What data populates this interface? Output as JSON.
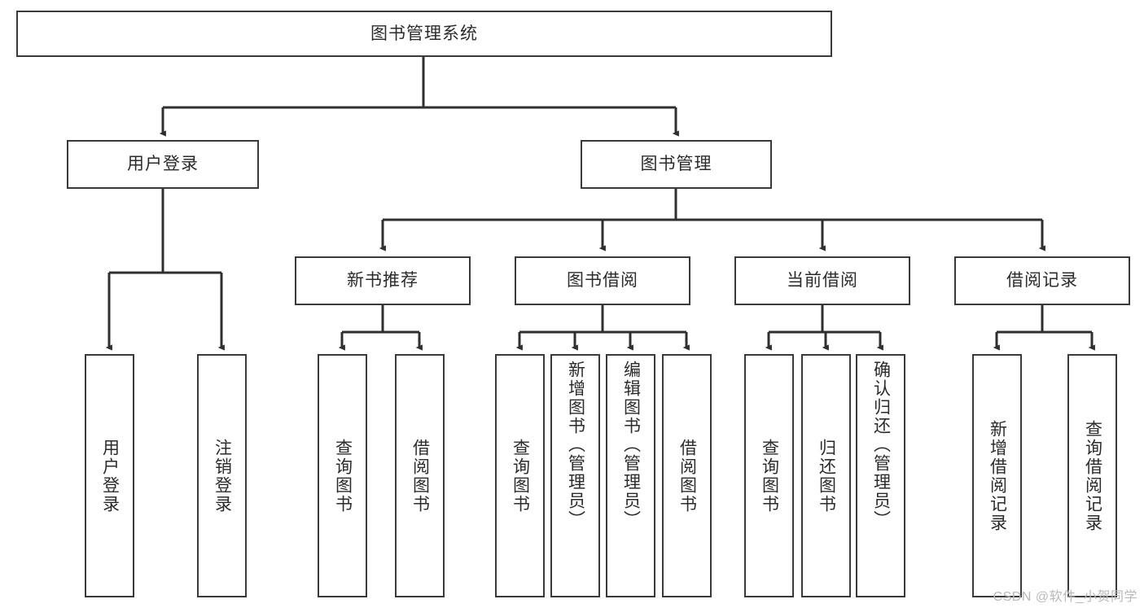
{
  "diagram": {
    "title": "图书管理系统",
    "type": "hierarchy-tree",
    "root": {
      "label": "图书管理系统"
    },
    "level2": [
      {
        "label": "用户登录"
      },
      {
        "label": "图书管理"
      }
    ],
    "level3": [
      {
        "label": "新书推荐"
      },
      {
        "label": "图书借阅"
      },
      {
        "label": "当前借阅"
      },
      {
        "label": "借阅记录"
      }
    ],
    "leaves": {
      "user_login": [
        {
          "label": "用户登录"
        },
        {
          "label": "注销登录"
        }
      ],
      "new_book_recommend": [
        {
          "label": "查询图书"
        },
        {
          "label": "借阅图书"
        }
      ],
      "book_borrow": [
        {
          "label": "查询图书"
        },
        {
          "label": "新增图书（管理员）"
        },
        {
          "label": "编辑图书（管理员）"
        },
        {
          "label": "借阅图书"
        }
      ],
      "current_borrow": [
        {
          "label": "查询图书"
        },
        {
          "label": "归还图书"
        },
        {
          "label": "确认归还（管理员）"
        }
      ],
      "borrow_record": [
        {
          "label": "新增借阅记录"
        },
        {
          "label": "查询借阅记录"
        }
      ]
    }
  },
  "watermark": {
    "text": "CSDN @软件_小贺同学"
  },
  "colors": {
    "border": "#3a3a3a",
    "background": "#ffffff",
    "text": "#2b2b2b",
    "watermark": "#b9b9b9"
  }
}
